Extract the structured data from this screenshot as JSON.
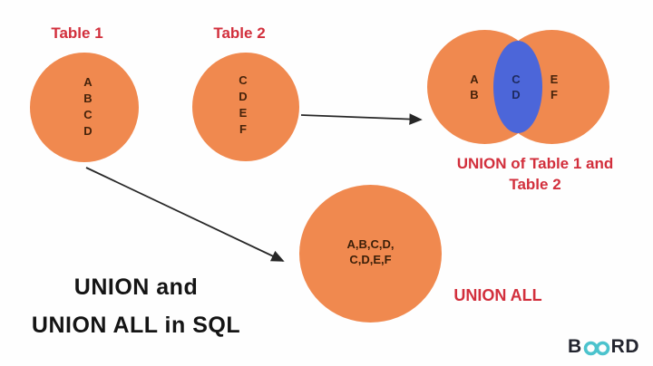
{
  "colors": {
    "background": "#FEFEFE",
    "circle_orange": "#F0894F",
    "intersection_blue": "#4C66D9",
    "caption_red": "#D22F3C",
    "letter_dark_brown": "#45230B",
    "letter_navy": "#1E2A5E",
    "title_black": "#141414",
    "arrow_black": "#272727",
    "logo_dark": "#23252F",
    "logo_teal": "#4CC3CD"
  },
  "table1": {
    "label": "Table 1",
    "items": [
      "A",
      "B",
      "C",
      "D"
    ]
  },
  "table2": {
    "label": "Table 2",
    "items": [
      "C",
      "D",
      "E",
      "F"
    ]
  },
  "union_diagram": {
    "left_only": [
      "A",
      "B"
    ],
    "intersection": [
      "C",
      "D"
    ],
    "right_only": [
      "E",
      "F"
    ],
    "caption_line1": "UNION of Table 1 and",
    "caption_line2": "Table 2"
  },
  "union_all_diagram": {
    "content_line1": "A,B,C,D,",
    "content_line2": "C,D,E,F",
    "caption": "UNION ALL"
  },
  "title": {
    "line1": "UNION and",
    "line2": "UNION ALL in SQL"
  },
  "logo": {
    "prefix": "B",
    "suffix": "RD",
    "symbol": "infinity-rings-icon"
  }
}
